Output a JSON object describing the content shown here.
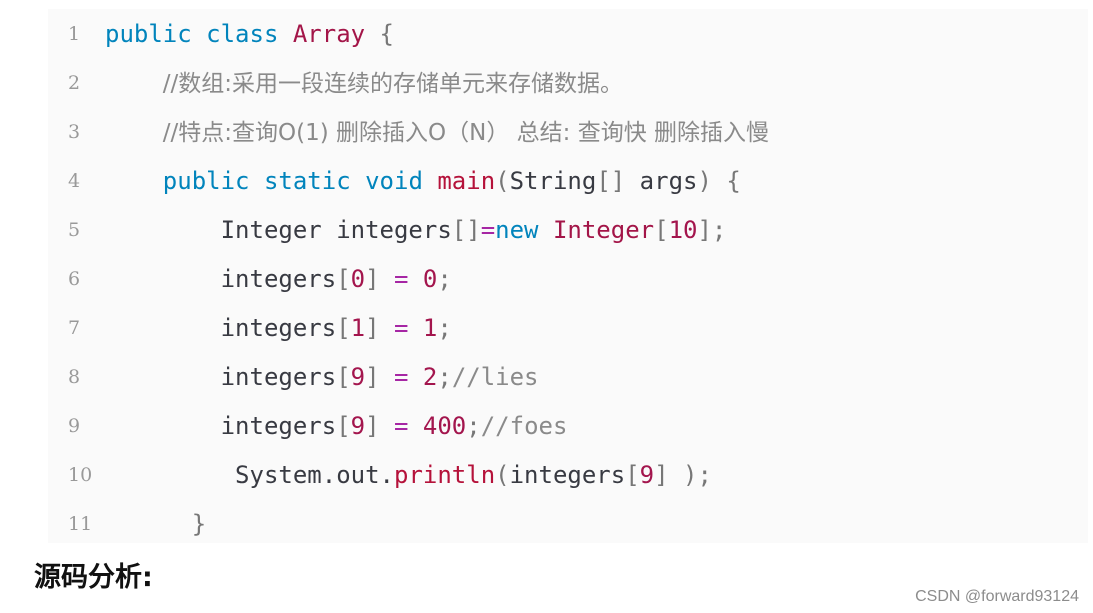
{
  "code": {
    "lines": [
      {
        "number": "1",
        "indent": "",
        "tokens": [
          {
            "text": "public",
            "kind": "kw"
          },
          {
            "text": " ",
            "kind": "plain"
          },
          {
            "text": "class",
            "kind": "kw"
          },
          {
            "text": " ",
            "kind": "plain"
          },
          {
            "text": "Array",
            "kind": "cls"
          },
          {
            "text": " {",
            "kind": "punc"
          }
        ]
      },
      {
        "number": "2",
        "indent": "    ",
        "tokens": [
          {
            "text": "//数组:采用一段连续的存储单元来存储数据。",
            "kind": "cmt-cn"
          }
        ]
      },
      {
        "number": "3",
        "indent": "    ",
        "tokens": [
          {
            "text": "//特点:查询O(1) 删除插入O（N） 总结: 查询快 删除插入慢",
            "kind": "cmt-cn"
          }
        ]
      },
      {
        "number": "4",
        "indent": "    ",
        "tokens": [
          {
            "text": "public",
            "kind": "kw"
          },
          {
            "text": " ",
            "kind": "plain"
          },
          {
            "text": "static",
            "kind": "kw"
          },
          {
            "text": " ",
            "kind": "plain"
          },
          {
            "text": "void",
            "kind": "kw"
          },
          {
            "text": " ",
            "kind": "plain"
          },
          {
            "text": "main",
            "kind": "fn"
          },
          {
            "text": "(",
            "kind": "punc"
          },
          {
            "text": "String",
            "kind": "plain"
          },
          {
            "text": "[]",
            "kind": "punc"
          },
          {
            "text": " args",
            "kind": "plain"
          },
          {
            "text": ") {",
            "kind": "punc"
          }
        ]
      },
      {
        "number": "5",
        "indent": "        ",
        "tokens": [
          {
            "text": "Integer integers",
            "kind": "plain"
          },
          {
            "text": "[]",
            "kind": "punc"
          },
          {
            "text": "=",
            "kind": "op"
          },
          {
            "text": "new",
            "kind": "kw"
          },
          {
            "text": " ",
            "kind": "plain"
          },
          {
            "text": "Integer",
            "kind": "cls"
          },
          {
            "text": "[",
            "kind": "punc"
          },
          {
            "text": "10",
            "kind": "num2"
          },
          {
            "text": "];",
            "kind": "punc"
          }
        ]
      },
      {
        "number": "6",
        "indent": "        ",
        "tokens": [
          {
            "text": "integers",
            "kind": "plain"
          },
          {
            "text": "[",
            "kind": "punc"
          },
          {
            "text": "0",
            "kind": "num2"
          },
          {
            "text": "]",
            "kind": "punc"
          },
          {
            "text": " = ",
            "kind": "op"
          },
          {
            "text": "0",
            "kind": "num2"
          },
          {
            "text": ";",
            "kind": "punc"
          }
        ]
      },
      {
        "number": "7",
        "indent": "        ",
        "tokens": [
          {
            "text": "integers",
            "kind": "plain"
          },
          {
            "text": "[",
            "kind": "punc"
          },
          {
            "text": "1",
            "kind": "num2"
          },
          {
            "text": "]",
            "kind": "punc"
          },
          {
            "text": " = ",
            "kind": "op"
          },
          {
            "text": "1",
            "kind": "num2"
          },
          {
            "text": ";",
            "kind": "punc"
          }
        ]
      },
      {
        "number": "8",
        "indent": "        ",
        "tokens": [
          {
            "text": "integers",
            "kind": "plain"
          },
          {
            "text": "[",
            "kind": "punc"
          },
          {
            "text": "9",
            "kind": "num2"
          },
          {
            "text": "]",
            "kind": "punc"
          },
          {
            "text": " = ",
            "kind": "op"
          },
          {
            "text": "2",
            "kind": "num2"
          },
          {
            "text": ";",
            "kind": "punc"
          },
          {
            "text": "//lies",
            "kind": "cmt"
          }
        ]
      },
      {
        "number": "9",
        "indent": "        ",
        "tokens": [
          {
            "text": "integers",
            "kind": "plain"
          },
          {
            "text": "[",
            "kind": "punc"
          },
          {
            "text": "9",
            "kind": "num2"
          },
          {
            "text": "]",
            "kind": "punc"
          },
          {
            "text": " = ",
            "kind": "op"
          },
          {
            "text": "400",
            "kind": "num2"
          },
          {
            "text": ";",
            "kind": "punc"
          },
          {
            "text": "//foes",
            "kind": "cmt"
          }
        ]
      },
      {
        "number": "10",
        "indent": "         ",
        "tokens": [
          {
            "text": "System.out.",
            "kind": "plain"
          },
          {
            "text": "println",
            "kind": "fn"
          },
          {
            "text": "(",
            "kind": "punc"
          },
          {
            "text": "integers",
            "kind": "plain"
          },
          {
            "text": "[",
            "kind": "punc"
          },
          {
            "text": "9",
            "kind": "num2"
          },
          {
            "text": "] );",
            "kind": "punc"
          }
        ]
      },
      {
        "number": "11",
        "indent": "      ",
        "tokens": [
          {
            "text": "}",
            "kind": "punc"
          }
        ]
      }
    ]
  },
  "section": {
    "title": "源码分析:"
  },
  "watermark": {
    "text": "CSDN @forward93124"
  }
}
